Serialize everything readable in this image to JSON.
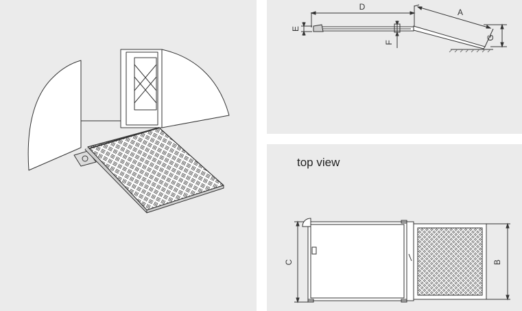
{
  "perspective": {},
  "side_view": {
    "labels": {
      "a": "A",
      "d": "D",
      "e": "E",
      "f": "F",
      "g": "G"
    }
  },
  "top_view": {
    "caption": "top view",
    "labels": {
      "b": "B",
      "c": "C"
    }
  },
  "colors": {
    "panel_bg": "#ebebeb",
    "line": "#333333",
    "page_bg": "#ffffff"
  }
}
